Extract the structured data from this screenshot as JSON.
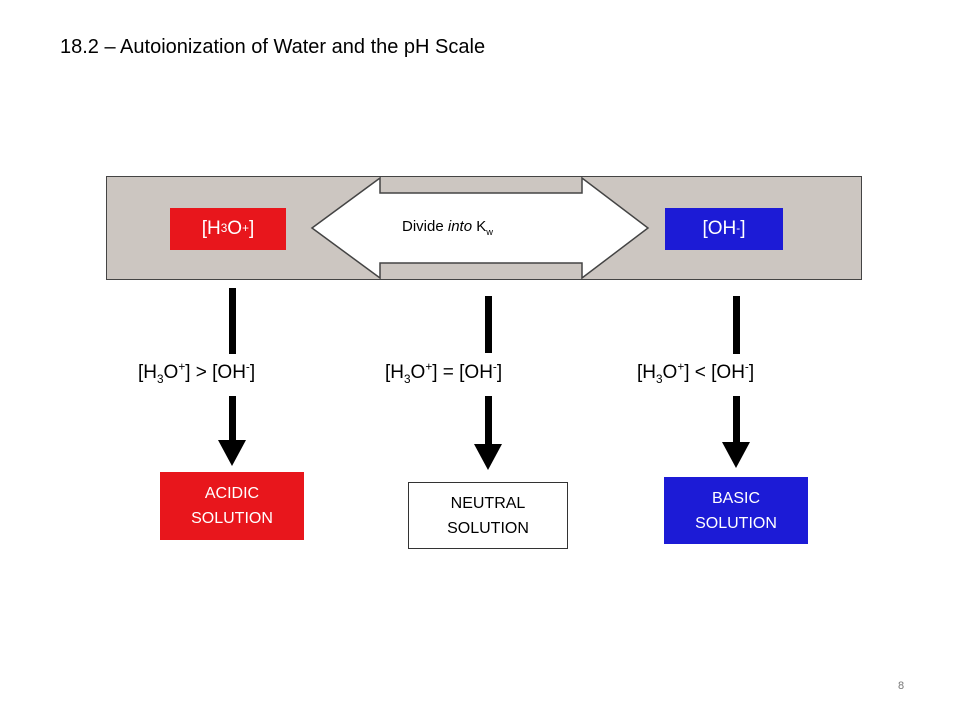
{
  "slide": {
    "title": "18.2 – Autoionization of Water and the pH Scale",
    "page_number": "8"
  },
  "band": {
    "left_box": {
      "main": "[H",
      "sub": "3",
      "mid": "O",
      "sup": "+",
      "end": "]"
    },
    "right_box": {
      "main": "[OH",
      "sup": "-",
      "end": "]"
    },
    "arrow_label": {
      "plain": "Divide ",
      "italic": "into",
      "rest": " K",
      "sub": "w"
    }
  },
  "comparisons": {
    "acidic": {
      "a": "[H",
      "a_sub": "3",
      "a_mid": "O",
      "a_sup": "+",
      "a_end": "] > [OH",
      "b_sup": "-",
      "b_end": "]"
    },
    "neutral": {
      "a": "[H",
      "a_sub": "3",
      "a_mid": "O",
      "a_sup": "+",
      "a_end": "] = [OH",
      "b_sup": "-",
      "b_end": "]"
    },
    "basic": {
      "a": "[H",
      "a_sub": "3",
      "a_mid": "O",
      "a_sup": "+",
      "a_end": "] < [OH",
      "b_sup": "-",
      "b_end": "]"
    }
  },
  "results": {
    "acidic": {
      "line1": "ACIDIC",
      "line2": "SOLUTION"
    },
    "neutral": {
      "line1": "NEUTRAL",
      "line2": "SOLUTION"
    },
    "basic": {
      "line1": "BASIC",
      "line2": "SOLUTION"
    }
  },
  "colors": {
    "acid_red": "#e8161c",
    "base_blue": "#1c1bd6",
    "band_gray": "#ccc6c1"
  }
}
